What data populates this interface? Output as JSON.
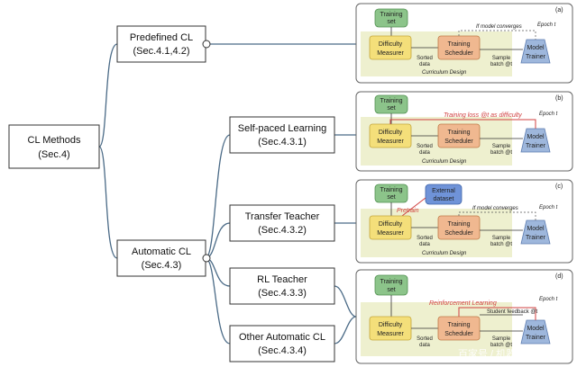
{
  "nodes": {
    "root": {
      "line1": "CL Methods",
      "line2": "(Sec.4)"
    },
    "predefined": {
      "line1": "Predefined CL",
      "line2": "(Sec.4.1,4.2)"
    },
    "automatic": {
      "line1": "Automatic CL",
      "line2": "(Sec.4.3)"
    },
    "self_paced": {
      "line1": "Self-paced Learning",
      "line2": "(Sec.4.3.1)"
    },
    "transfer": {
      "line1": "Transfer Teacher",
      "line2": "(Sec.4.3.2)"
    },
    "rl": {
      "line1": "RL Teacher",
      "line2": "(Sec.4.3.3)"
    },
    "other": {
      "line1": "Other Automatic CL",
      "line2": "(Sec.4.3.4)"
    }
  },
  "panels": [
    {
      "tag": "(a)",
      "training_set": [
        "Training",
        "set"
      ],
      "difficulty_measurer": [
        "Difficulty",
        "Measurer"
      ],
      "training_scheduler": [
        "Training",
        "Scheduler"
      ],
      "model_trainer": [
        "Model",
        "Trainer"
      ],
      "sorted_data": [
        "Sorted",
        "data"
      ],
      "sample_batch": [
        "Sample",
        "batch @t"
      ],
      "epoch": "Epoch t",
      "curriculum": "Curriculum Design",
      "note": "If model converges"
    },
    {
      "tag": "(b)",
      "training_set": [
        "Training",
        "set"
      ],
      "difficulty_measurer": [
        "Difficulty",
        "Measurer"
      ],
      "training_scheduler": [
        "Training",
        "Scheduler"
      ],
      "model_trainer": [
        "Model",
        "Trainer"
      ],
      "sorted_data": [
        "Sorted",
        "data"
      ],
      "sample_batch": [
        "Sample",
        "batch @t"
      ],
      "epoch": "Epoch t",
      "curriculum": "Curriculum Design",
      "red_note": "Training loss @t as difficulty"
    },
    {
      "tag": "(c)",
      "training_set": [
        "Training",
        "set"
      ],
      "external": [
        "External",
        "dataset"
      ],
      "difficulty_measurer": [
        "Difficulty",
        "Measurer"
      ],
      "training_scheduler": [
        "Training",
        "Scheduler"
      ],
      "model_trainer": [
        "Model",
        "Trainer"
      ],
      "sorted_data": [
        "Sorted",
        "data"
      ],
      "sample_batch": [
        "Sample",
        "batch @t"
      ],
      "epoch": "Epoch t",
      "curriculum": "Curriculum Design",
      "note": "If model converges",
      "red_note": "Pretrain"
    },
    {
      "tag": "(d)",
      "training_set": [
        "Training",
        "set"
      ],
      "difficulty_measurer": [
        "Difficulty",
        "Measurer"
      ],
      "training_scheduler": [
        "Training",
        "Scheduler"
      ],
      "model_trainer": [
        "Model",
        "Trainer"
      ],
      "sorted_data": [
        "Sorted",
        "data"
      ],
      "sample_batch": [
        "Sample",
        "batch @t"
      ],
      "epoch": "Epoch t",
      "red_note": "Reinforcement Learning",
      "note": "Student feedback @t"
    }
  ],
  "watermark": "百家号 / 机器之心Pro"
}
